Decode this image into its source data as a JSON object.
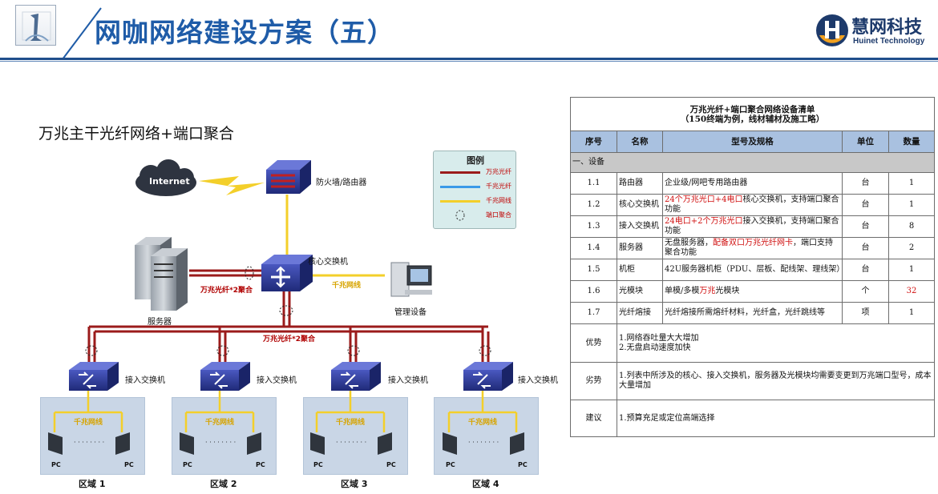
{
  "header": {
    "title": "网咖网络建设方案（五）",
    "brand_name": "慧网科技",
    "brand_sub": "Huinet Technology"
  },
  "diagram": {
    "subtitle": "万兆主干光纤网络+端口聚合",
    "internet": "Internet",
    "firewall": "防火墙/路由器",
    "core_switch": "核心交换机",
    "server": "服务器",
    "mgmt": "管理设备",
    "server_link": "万兆光纤*2聚合",
    "mgmt_link": "千兆网线",
    "trunk_link": "万兆光纤*2聚合",
    "access_switch": "接入交换机",
    "zone_link": "千兆网线",
    "dots": "· · · · · · · ·",
    "pc": "PC",
    "zones": [
      "区域 1",
      "区域 2",
      "区域 3",
      "区域 4"
    ],
    "legend": {
      "title": "图例",
      "items": [
        {
          "label": "万兆光纤",
          "color": "#9b1b1b"
        },
        {
          "label": "千兆光纤",
          "color": "#3a9ae8"
        },
        {
          "label": "千兆网线",
          "color": "#f3cf2a"
        },
        {
          "label": "端口聚合",
          "color": "#333333"
        }
      ]
    },
    "colors": {
      "fiber10g": "#9b1b1b",
      "fiber1g": "#3a9ae8",
      "cable": "#f3cf2a"
    }
  },
  "table": {
    "title_line1": "万兆光纤+端口聚合网络设备清单",
    "title_line2": "（150终端为例，线材辅材及施工略）",
    "headers": [
      "序号",
      "名称",
      "型号及规格",
      "单位",
      "数量"
    ],
    "section": "一、设备",
    "rows": [
      {
        "no": "1.1",
        "name": "路由器",
        "spec_red": "",
        "spec": "企业级/网吧专用路由器",
        "spec_red2": "",
        "spec_tail": "",
        "unit": "台",
        "qty": "1",
        "qty_red": false
      },
      {
        "no": "1.2",
        "name": "核心交换机",
        "spec_red": "24个万兆光口+4电口",
        "spec": "核心交换机，支持端口聚合功能",
        "spec_red2": "",
        "spec_tail": "",
        "unit": "台",
        "qty": "1",
        "qty_red": false
      },
      {
        "no": "1.3",
        "name": "接入交换机",
        "spec_red": "24电口+2个万兆光口",
        "spec": "接入交换机，支持端口聚合功能",
        "spec_red2": "",
        "spec_tail": "",
        "unit": "台",
        "qty": "8",
        "qty_red": false
      },
      {
        "no": "1.4",
        "name": "服务器",
        "spec_red": "",
        "spec": "无盘服务器，",
        "spec_red2": "配备双口万兆光纤网卡",
        "spec_tail": "，端口支持聚合功能",
        "unit": "台",
        "qty": "2",
        "qty_red": false
      },
      {
        "no": "1.5",
        "name": "机柜",
        "spec_red": "",
        "spec": "42U服务器机柜（PDU、层板、配线架、理线架）",
        "spec_red2": "",
        "spec_tail": "",
        "unit": "台",
        "qty": "1",
        "qty_red": false
      },
      {
        "no": "1.6",
        "name": "光模块",
        "spec_red": "",
        "spec": "单模/多模",
        "spec_red2": "万兆",
        "spec_tail": "光模块",
        "unit": "个",
        "qty": "32",
        "qty_red": true
      },
      {
        "no": "1.7",
        "name": "光纤熔接",
        "spec_red": "",
        "spec": "光纤熔接所需熔纤材料，光纤盒，光纤跳线等",
        "spec_red2": "",
        "spec_tail": "",
        "unit": "项",
        "qty": "1",
        "qty_red": false
      }
    ],
    "advantages_label": "优势",
    "advantages": [
      "1.网络吞吐量大大增加",
      "2.无盘启动速度加快"
    ],
    "disadvantages_label": "劣势",
    "disadvantages": "1.列表中所涉及的核心、接入交换机，服务器及光模块均需要变更到万兆端口型号，成本大量增加",
    "suggestion_label": "建议",
    "suggestion": "1.预算充足或定位高端选择"
  }
}
